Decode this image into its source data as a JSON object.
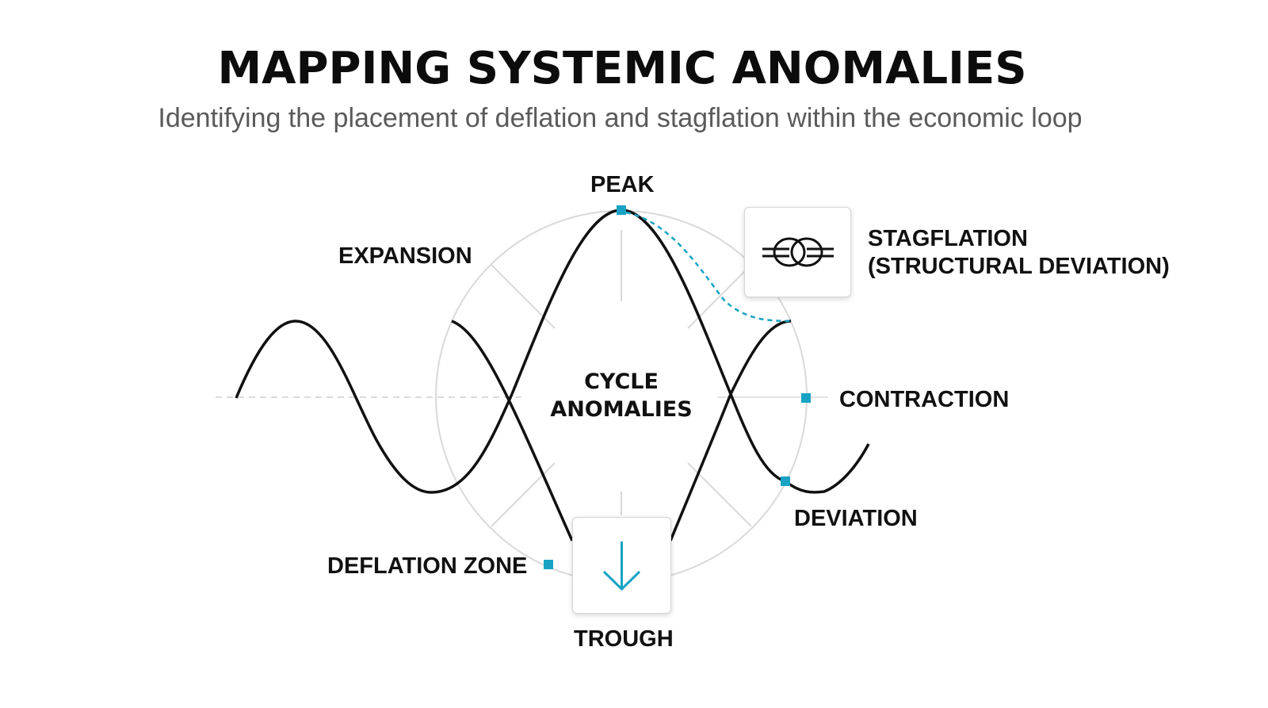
{
  "header": {
    "title": "MAPPING SYSTEMIC ANOMALIES",
    "subtitle": "Identifying the placement of deflation and stagflation within the economic loop"
  },
  "diagram": {
    "center_label_line1": "CYCLE",
    "center_label_line2": "ANOMALIES",
    "labels": {
      "peak": "PEAK",
      "expansion": "EXPANSION",
      "stagflation_line1": "STAGFLATION",
      "stagflation_line2": "(STRUCTURAL DEVIATION)",
      "contraction": "CONTRACTION",
      "deviation": "DEVIATION",
      "deflation_zone": "DEFLATION ZONE",
      "trough": "TROUGH"
    },
    "icons": {
      "stagflation": "knot-icon",
      "trough": "arrow-down-icon"
    }
  },
  "colors": {
    "accent": "#18a3c4",
    "curve": "#111111",
    "grid": "#d9d9d9",
    "title": "#0c0c0c",
    "subtitle": "#5a5a5a"
  }
}
